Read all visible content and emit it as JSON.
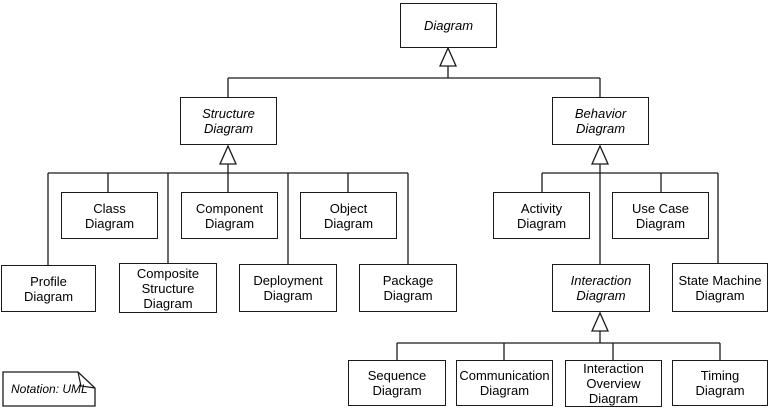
{
  "nodes": {
    "diagram": {
      "label": "Diagram",
      "abstract": true
    },
    "structure_diagram": {
      "label": "Structure\nDiagram",
      "abstract": true
    },
    "behavior_diagram": {
      "label": "Behavior\nDiagram",
      "abstract": true
    },
    "class_diagram": {
      "label": "Class\nDiagram",
      "abstract": false
    },
    "component_diagram": {
      "label": "Component\nDiagram",
      "abstract": false
    },
    "object_diagram": {
      "label": "Object\nDiagram",
      "abstract": false
    },
    "activity_diagram": {
      "label": "Activity\nDiagram",
      "abstract": false
    },
    "use_case_diagram": {
      "label": "Use Case\nDiagram",
      "abstract": false
    },
    "profile_diagram": {
      "label": "Profile\nDiagram",
      "abstract": false
    },
    "composite_structure_diagram": {
      "label": "Composite\nStructure\nDiagram",
      "abstract": false
    },
    "deployment_diagram": {
      "label": "Deployment\nDiagram",
      "abstract": false
    },
    "package_diagram": {
      "label": "Package\nDiagram",
      "abstract": false
    },
    "interaction_diagram": {
      "label": "Interaction\nDiagram",
      "abstract": true
    },
    "state_machine_diagram": {
      "label": "State Machine\nDiagram",
      "abstract": false
    },
    "sequence_diagram": {
      "label": "Sequence\nDiagram",
      "abstract": false
    },
    "communication_diagram": {
      "label": "Communication\nDiagram",
      "abstract": false
    },
    "interaction_overview_diagram": {
      "label": "Interaction\nOverview\nDiagram",
      "abstract": false
    },
    "timing_diagram": {
      "label": "Timing\nDiagram",
      "abstract": false
    }
  },
  "note": {
    "label": "Notation: UML"
  },
  "hierarchy": {
    "Diagram": [
      "Structure Diagram",
      "Behavior Diagram"
    ],
    "Structure Diagram": [
      "Class Diagram",
      "Component Diagram",
      "Object Diagram",
      "Profile Diagram",
      "Composite Structure Diagram",
      "Deployment Diagram",
      "Package Diagram"
    ],
    "Behavior Diagram": [
      "Activity Diagram",
      "Use Case Diagram",
      "Interaction Diagram",
      "State Machine Diagram"
    ],
    "Interaction Diagram": [
      "Sequence Diagram",
      "Communication Diagram",
      "Interaction Overview Diagram",
      "Timing Diagram"
    ]
  },
  "colors": {
    "line": "#1a1a1a",
    "background": "#ffffff"
  }
}
